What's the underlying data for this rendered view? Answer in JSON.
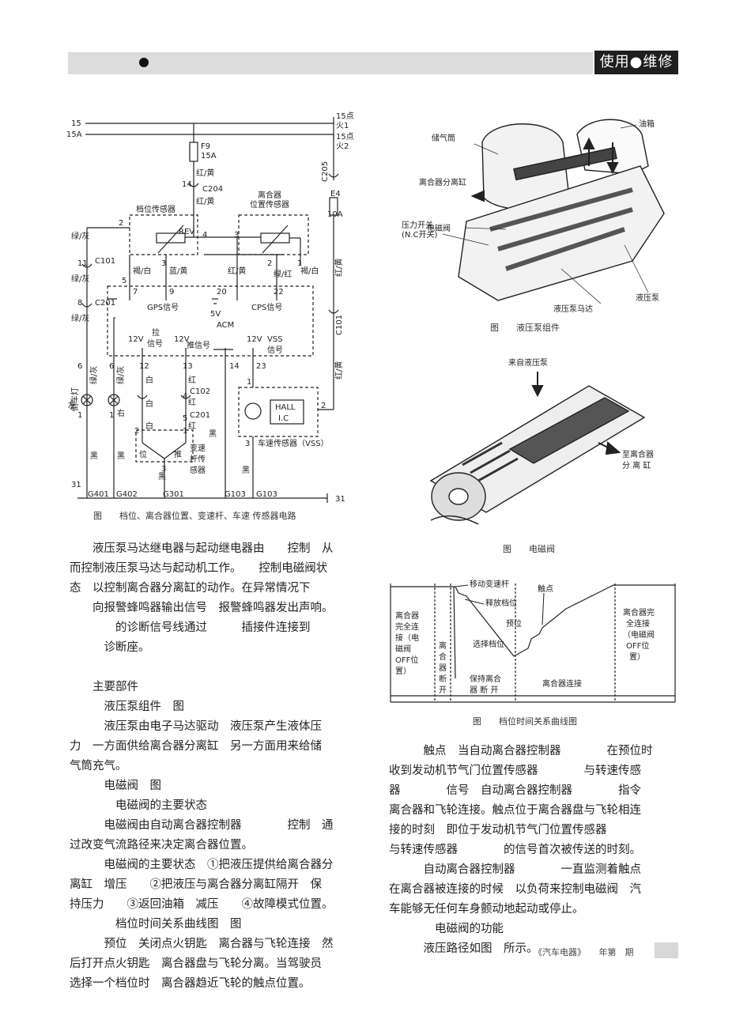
{
  "header": {
    "section_tag": "使用●维修"
  },
  "fig_circuit": {
    "caption": "图　　档位、离合器位置、变速杆、车速 传感器电路",
    "labels": {
      "l15": "15",
      "l15a": "15A",
      "r15": "15点",
      "r_huo1": "火1",
      "r15b": "15点",
      "r_huo2": "火2",
      "f9": "F9",
      "f9a": "15A",
      "hong_huang": "红/黄",
      "c204_pin": "14",
      "c204": "C204",
      "hong_huang2": "红/黄",
      "c205": "C205",
      "c205_pin": "1",
      "clutch_sensor": "离合器",
      "clutch_sensor2": "位置传感器",
      "e4": "E4",
      "e4a": "10A",
      "gear_sensor": "档位传感器",
      "rev": "REV",
      "lv_hui": "绿/灰",
      "c101": "C101",
      "lv_hui2": "绿/灰",
      "c201": "C201",
      "lv_hui3": "绿/灰",
      "he_bai": "褐/白",
      "lan_huang": "蓝/黄",
      "hong_huang3": "红/黄",
      "lv_hong": "绿/红",
      "he_bai2": "褐/白",
      "hong_huang4": "红/黄",
      "c101b": "C101",
      "gps": "GPS信号",
      "cps": "CPS信号",
      "v5": "5V",
      "acm": "ACM",
      "v12a": "12V",
      "la": "拉",
      "xinhao": "信号",
      "v12b": "12V",
      "tui": "推信号",
      "v12c": "12V",
      "vss": "VSS",
      "xinhao2": "信号",
      "bai": "白",
      "hong": "红",
      "c102": "C102",
      "bai2": "白",
      "hong2": "红",
      "c201b": "C201",
      "bai3": "白",
      "hong3": "红",
      "hei": "黑",
      "hei2": "黑",
      "hei3": "黑",
      "hei4": "黑",
      "hei5": "黑",
      "dao_che_deng": "倒车灯",
      "zuo": "左",
      "you": "右",
      "lv_hui4": "绿/灰",
      "lv_hui5": "绿/灰",
      "hall": "HALL",
      "ic": "I.C",
      "vss_sensor": "车速传感器（VSS）",
      "shift_sensor1": "变速",
      "shift_sensor2": "杆传",
      "shift_sensor3": "感器",
      "wei": "位",
      "tui2": "推",
      "hong_huang5": "红/黄",
      "g401": "G401",
      "g402": "G402",
      "g301": "G301",
      "g103": "G103",
      "g103b": "G103",
      "n31": "31",
      "n31b": "31"
    },
    "pins": [
      "2",
      "4",
      "3",
      "2",
      "1",
      "3",
      "5",
      "7",
      "9",
      "20",
      "22",
      "8",
      "11",
      "6",
      "6",
      "1",
      "1",
      "12",
      "13",
      "14",
      "23",
      "1",
      "2",
      "3",
      "4",
      "5",
      "2",
      "1",
      "3"
    ]
  },
  "fig_pump": {
    "caption": "图　　液压泵组件",
    "labels": [
      "储气筒",
      "油箱",
      "离合器分离缸",
      "电磁阀",
      "压力开关",
      "(N.C开关)",
      "液压泵马达",
      "液压泵"
    ]
  },
  "fig_valve": {
    "caption": "图　　电磁阀",
    "labels": [
      "来自液压泵",
      "至离合器",
      "分 离 缸"
    ]
  },
  "fig_timing": {
    "caption": "图　　档位时间关系曲线图",
    "labels": {
      "move": "移动变速杆",
      "release": "释放档位",
      "contact": "触点",
      "preset": "预位",
      "select": "选择档位",
      "left1": "离合器",
      "left2": "完全连",
      "left3": "接（电",
      "left4": "磁阀",
      "left5": "OFF位",
      "left6": "置）",
      "mid1": "离",
      "mid2": "合",
      "mid3": "器",
      "mid4": "断",
      "mid5": "开",
      "hold1": "保持离合",
      "hold2": "器 断 开",
      "connect": "离合器连接",
      "right1": "离合器完",
      "right2": "全连接",
      "right3": "（电磁阀",
      "right4": "OFF位",
      "right5": "置）"
    }
  },
  "left_text": [
    "　　液压泵马达继电器与起动继电器由　　控制　从",
    "而控制液压泵马达与起动机工作。　　控制电磁阀状",
    "态　以控制离合器分离缸的动作。在异常情况下",
    "　　向报警蜂鸣器输出信号　报警蜂鸣器发出声响。",
    "　　　　的诊断信号线通过　　　插接件连接到",
    "　　　诊断座。",
    "",
    "　　主要部件",
    "　　　液压泵组件　图",
    "　　　液压泵由电子马达驱动　液压泵产生液体压",
    "力　一方面供给离合器分离缸　另一方面用来给储",
    "气筒充气。",
    "　　　电磁阀　图",
    "　　　　电磁阀的主要状态",
    "　　　电磁阀由自动离合器控制器　　　　控制　通",
    "过改变气流路径来决定离合器位置。",
    "　　　电磁阀的主要状态　①把液压提供给离合器分",
    "离缸　增压　　②把液压与离合器分离缸隔开　保",
    "持压力　　③返回油箱　减压　　④故障模式位置。",
    "　　　　档位时间关系曲线图　图",
    "　　　预位　关闭点火钥匙　离合器与飞轮连接　然",
    "后打开点火钥匙　离合器盘与飞轮分离。当驾驶员",
    "选择一个档位时　离合器趋近飞轮的触点位置。"
  ],
  "right_text": [
    "　　　触点　当自动离合器控制器　　　　在预位时",
    "收到发动机节气门位置传感器　　　　与转速传感",
    "器　　　　信号　自动离合器控制器　　　　指令",
    "离合器和飞轮连接。触点位于离合器盘与飞轮相连",
    "接的时刻　即位于发动机节气门位置传感器",
    "与转速传感器　　　　的信号首次被传送的时刻。",
    "　　　自动离合器控制器　　　　一直监测着触点",
    "在离合器被连接的时候　以负荷来控制电磁阀　汽",
    "车能够无任何车身颤动地起动或停止。",
    "　　　　电磁阀的功能",
    "　　　液压路径如图　所示。"
  ],
  "footer": {
    "journal": "《汽车电器》　　年第　期"
  }
}
